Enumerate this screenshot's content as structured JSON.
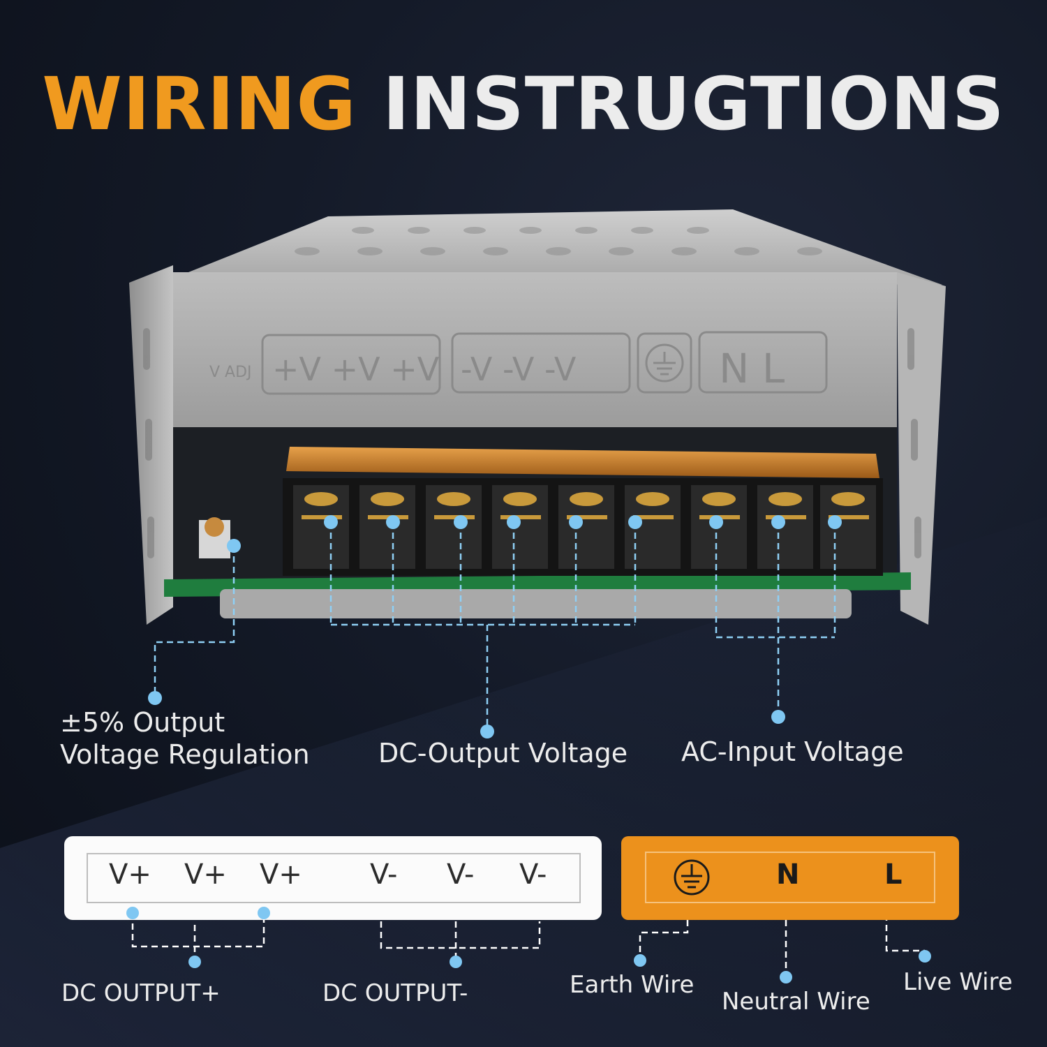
{
  "title": {
    "word1": "WIRING",
    "word2": "INSTRUGTIONS"
  },
  "colors": {
    "accent": "#f09a1f",
    "dot": "#7fc7f2",
    "background": "#141a28"
  },
  "device": {
    "printed_labels": {
      "adj": "V ADJ",
      "pos": "+V +V +V",
      "neg": "-V -V -V",
      "nl": "N L"
    }
  },
  "callouts": {
    "regulation_line1": "±5% Output",
    "regulation_line2": "Voltage Regulation",
    "dc_output": "DC-Output Voltage",
    "ac_input": "AC-Input Voltage"
  },
  "dc_terminals": [
    "V+",
    "V+",
    "V+",
    "V-",
    "V-",
    "V-"
  ],
  "ac_terminals": {
    "earth_icon": "earth-ground-icon",
    "neutral": "N",
    "live": "L"
  },
  "bottom_labels": {
    "dc_output_pos": "DC OUTPUT+",
    "dc_output_neg": "DC OUTPUT-",
    "earth": "Earth Wire",
    "neutral": "Neutral Wire",
    "live": "Live Wire"
  }
}
